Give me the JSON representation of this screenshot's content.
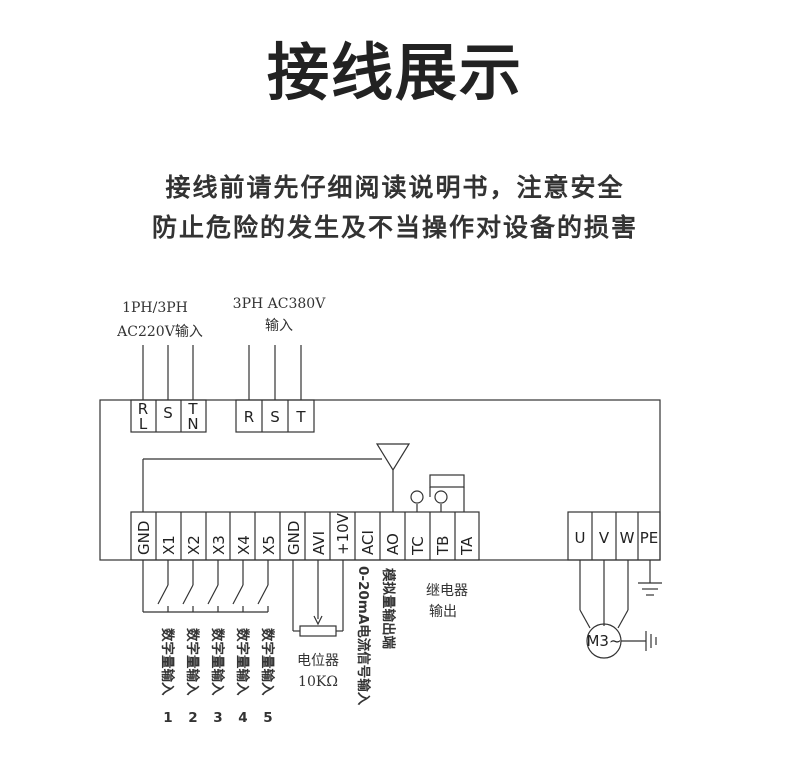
{
  "title": "接线展示",
  "notice": {
    "line1": "接线前请先仔细阅读说明书，注意安全",
    "line2": "防止危险的发生及不当操作对设备的损害"
  },
  "input_labels": {
    "single_phase_line1": "1PH/3PH",
    "single_phase_line2": "AC220V输入",
    "three_phase_line1": "3PH  AC380V",
    "three_phase_line2": "输入"
  },
  "power_terminals_single": [
    {
      "top": "R",
      "bottom": "L"
    },
    {
      "top": "S",
      "bottom": ""
    },
    {
      "top": "T",
      "bottom": "N"
    }
  ],
  "power_terminals_three": [
    "R",
    "S",
    "T"
  ],
  "control_terminals": [
    "GND",
    "X1",
    "X2",
    "X3",
    "X4",
    "X5",
    "GND",
    "AVI",
    "+10V",
    "ACI",
    "AO",
    "TC",
    "TB",
    "TA"
  ],
  "output_terminals": [
    "U",
    "V",
    "W",
    "PE"
  ],
  "digital_inputs": [
    {
      "text": "数字量输入",
      "num": "1"
    },
    {
      "text": "数字量输入",
      "num": "2"
    },
    {
      "text": "数字量输入",
      "num": "3"
    },
    {
      "text": "数字量输入",
      "num": "4"
    },
    {
      "text": "数字量输入",
      "num": "5"
    }
  ],
  "pot_label": {
    "line1": "电位器",
    "line2": "10KΩ"
  },
  "aci_label": "0-20mA电流信号输入",
  "ao_label": "模拟量输出端",
  "relay_label": {
    "line1": "继电器",
    "line2": "输出"
  },
  "motor_label": "M3~"
}
